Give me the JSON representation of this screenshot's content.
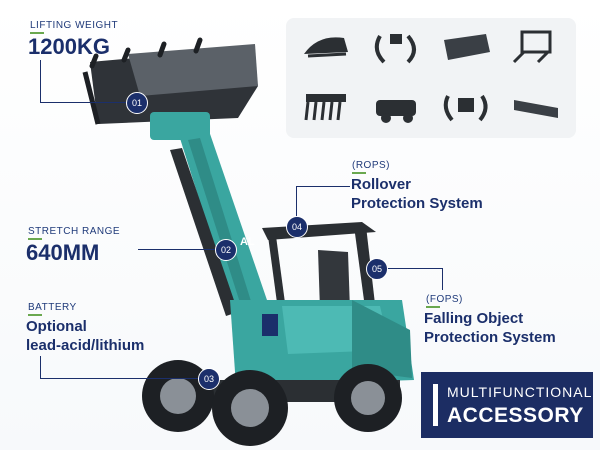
{
  "callouts": {
    "lifting": {
      "title": "LIFTING WEIGHT",
      "value": "1200KG"
    },
    "stretch": {
      "title": "STRETCH RANGE",
      "value": "640MM"
    },
    "battery": {
      "title": "BATTERY",
      "line1": "Optional",
      "line2": "lead-acid/lithium"
    },
    "rops": {
      "code": "(ROPS)",
      "line1": "Rollover",
      "line2": "Protection System"
    },
    "fops": {
      "code": "(FOPS)",
      "line1": "Falling Object",
      "line2": "Protection System"
    }
  },
  "markers": [
    "01",
    "02",
    "03",
    "04",
    "05"
  ],
  "badge": {
    "line1": "MULTIFUNCTIONAL",
    "line2": "ACCESSORY"
  },
  "cab_text": "AL",
  "accessories": [
    "grapple-bucket-icon",
    "log-grapple-icon",
    "bucket-icon",
    "pallet-fork-icon",
    "rake-grapple-icon",
    "sweeper-icon",
    "bale-clamp-icon",
    "blade-icon"
  ],
  "colors": {
    "navy": "#1b2f6b",
    "teal": "#3aa6a0",
    "accent_green": "#6aa84f"
  }
}
